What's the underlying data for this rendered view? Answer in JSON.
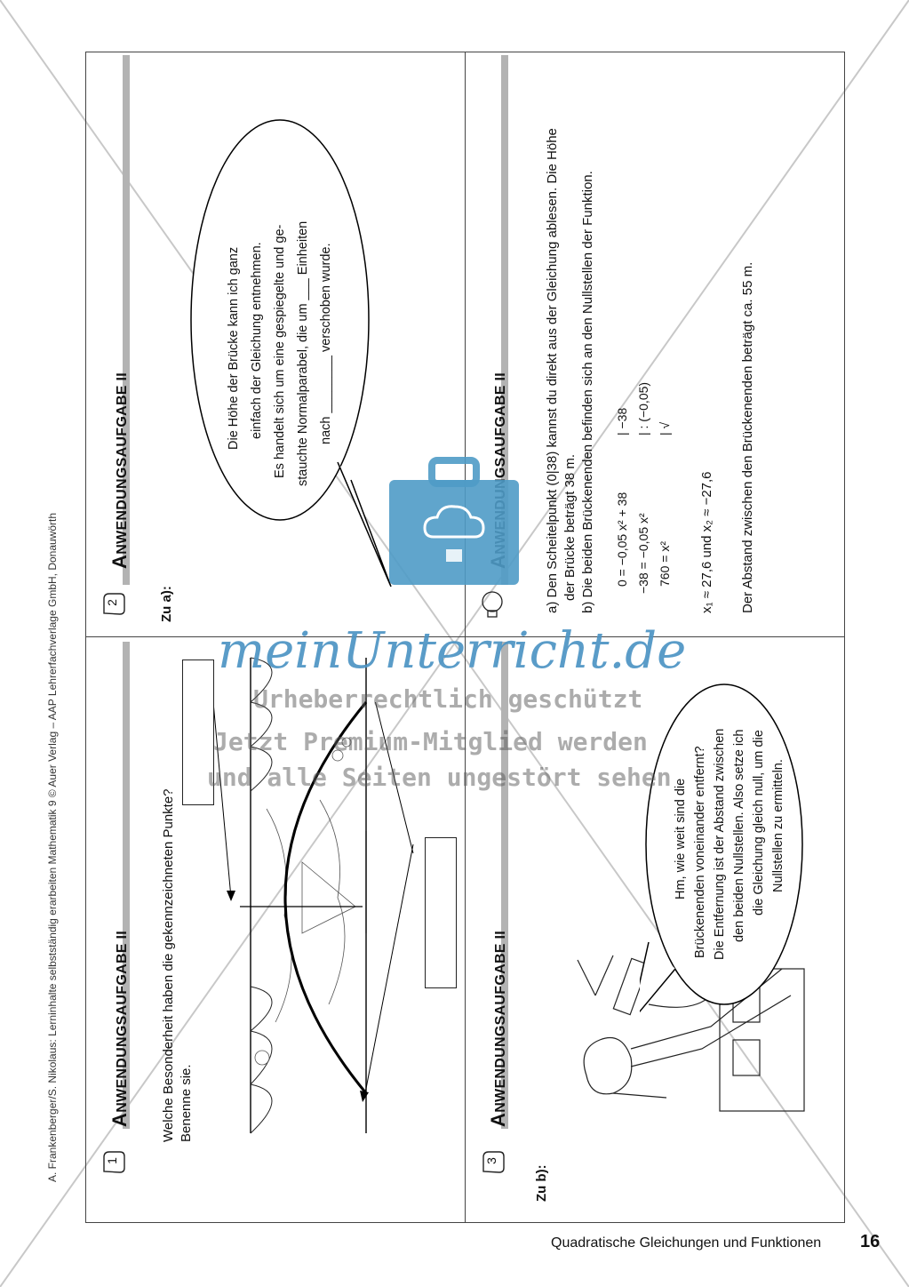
{
  "header_side": "A. Frankenberger/S. Nikolaus: Lerninhalte selbstständig erarbeiten Mathematik 9 © Auer Verlag – AAP Lehrerfachverlage GmbH, Donauwörth",
  "footer": {
    "section": "Quadratische Gleichungen und Funktionen",
    "page_number": "16"
  },
  "card1": {
    "number": "1",
    "title_cap": "A",
    "title_rest": "NWENDUNGSAUFGABE II",
    "question_line1": "Welche Besonderheit haben die gekennzeichneten Punkte?",
    "question_line2": "Benenne sie."
  },
  "card2": {
    "number": "2",
    "title_cap": "A",
    "title_rest": "NWENDUNGSAUFGABE II",
    "label": "Zu a):",
    "bubble_lines": [
      "Die Höhe der Brücke kann ich ganz",
      "einfach der Gleichung entnehmen.",
      "Es handelt sich um eine gespiegelte und ge-",
      "stauchte Normalparabel, die um ___ Einheiten",
      "nach ________ verschoben wurde."
    ]
  },
  "card3": {
    "number": "3",
    "title_cap": "A",
    "title_rest": "NWENDUNGSAUFGABE II",
    "label": "Zu b):",
    "bubble_lines": [
      "Hm, wie weit sind die",
      "Brückenenden voneinander entfernt?",
      "Die Entfernung ist der Abstand zwischen",
      "den beiden Nullstellen. Also setze ich",
      "die Gleichung gleich null, um die",
      "Nullstellen zu ermitteln."
    ]
  },
  "card4": {
    "title_cap": "A",
    "title_rest": "NWENDUNGSAUFGABE II",
    "text_a1": "a) Den Scheitelpunkt (0|38) kannst du direkt aus der Gleichung ablesen. Die Höhe",
    "text_a2": "der Brücke beträgt 38 m.",
    "text_b": "b) Die beiden Brückenenden befinden sich an den Nullstellen der Funktion.",
    "eq1_left": "0 = −0,05 x² + 38",
    "eq1_op": "| −38",
    "eq2_left": "−38 = −0,05 x²",
    "eq2_op": "| : (−0,05)",
    "eq3_left": "760 =        x²",
    "eq3_op": "| √",
    "solutions": "x₁ ≈ 27,6    und    x₂ ≈ −27,6",
    "conclusion": "Der Abstand zwischen den Brückenenden beträgt ca. 55 m."
  },
  "watermark": {
    "brand": "meinUnterricht.de",
    "line1": "Urheberrechtlich geschützt",
    "line2": "Jetzt Premium-Mitglied werden",
    "line3": "und alle Seiten ungestört sehen"
  },
  "colors": {
    "watermark_icon": "#4f9bc6",
    "brand": "#4d94c4",
    "bar": "#b3b3b3"
  }
}
